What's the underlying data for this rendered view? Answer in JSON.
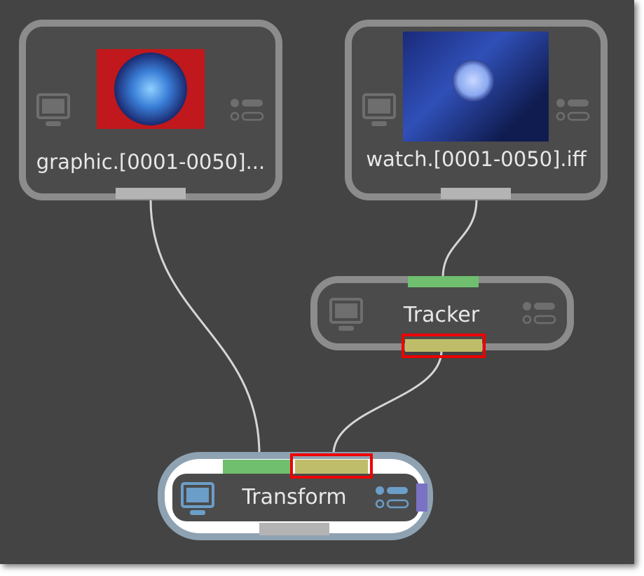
{
  "nodes": {
    "graphic": {
      "label": "graphic.[0001-0050]..."
    },
    "watch": {
      "label": "watch.[0001-0050].iff"
    },
    "tracker": {
      "label": "Tracker"
    },
    "transform": {
      "label": "Transform"
    }
  },
  "colors": {
    "input_port": "#6fbf6f",
    "selected_port": "#c0bd6a",
    "output_port": "#b4b4b4",
    "highlight": "#ee0000",
    "accent_port": "#7a72c4"
  }
}
